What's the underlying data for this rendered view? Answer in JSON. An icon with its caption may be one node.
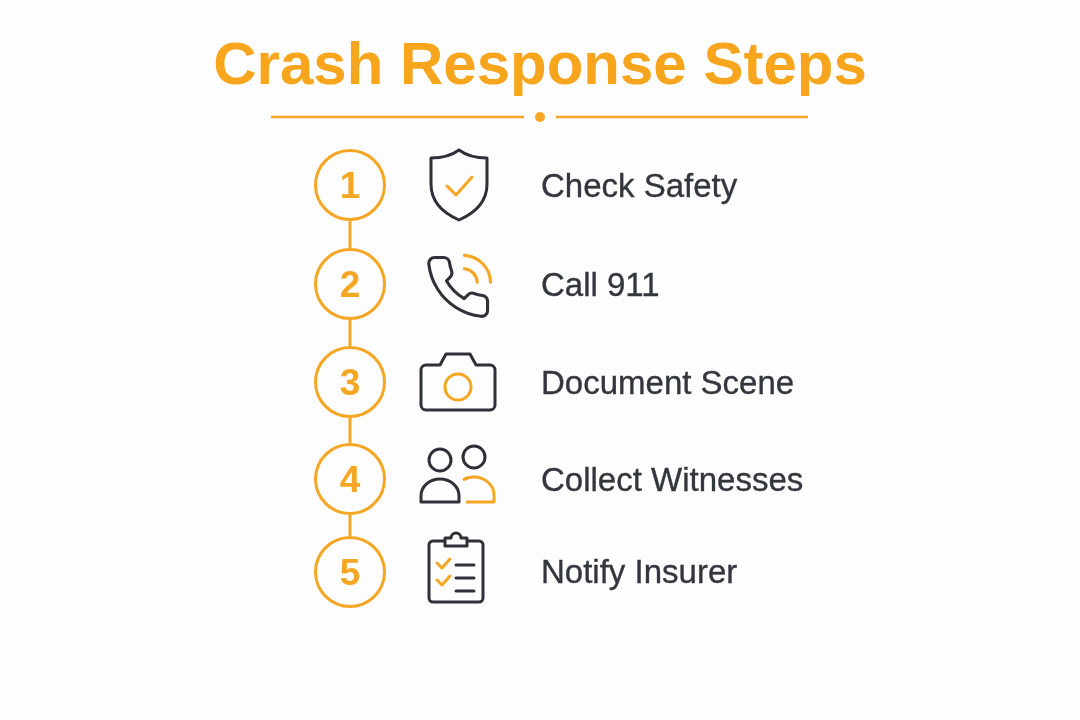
{
  "diagram": {
    "title": "Crash Response Steps",
    "nodes": [
      {
        "text": [
          "1"
        ]
      },
      {
        "text": [
          "2"
        ]
      },
      {
        "text": [
          "3"
        ]
      },
      {
        "text": [
          "4"
        ]
      },
      {
        "text": [
          "5"
        ]
      }
    ],
    "edges": [
      {
        "from": 0,
        "to": 1,
        "arrow": "none"
      },
      {
        "from": 1,
        "to": 2,
        "arrow": "none"
      },
      {
        "from": 2,
        "to": 3,
        "arrow": "none"
      },
      {
        "from": 3,
        "to": 4,
        "arrow": "none"
      }
    ],
    "labels": [
      "Check Safety",
      "Call 911",
      "Document Scene",
      "Collect Witnesses",
      "Notify Insurer"
    ]
  }
}
